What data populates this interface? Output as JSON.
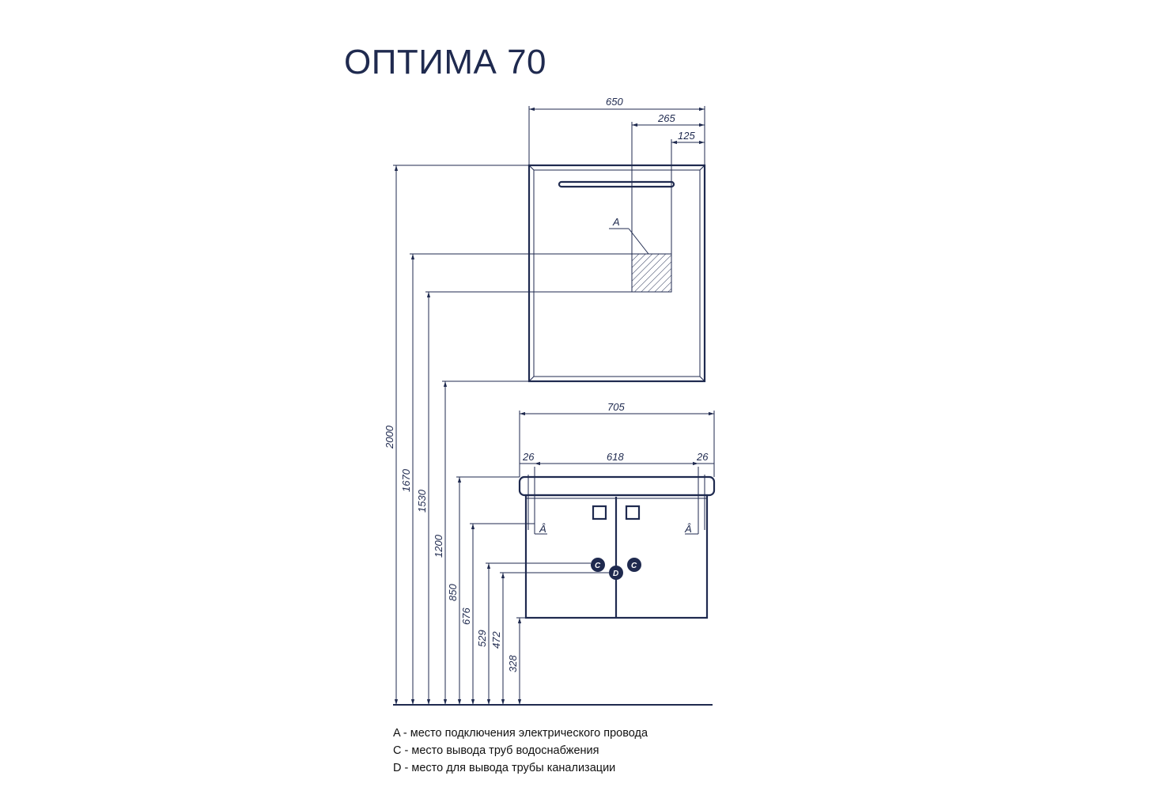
{
  "title": "ОПТИМА 70",
  "dimensions": {
    "mirror_width": "650",
    "mirror_offset_265": "265",
    "mirror_offset_125": "125",
    "cabinet_width": "705",
    "side_left": "26",
    "inner_width": "618",
    "side_right": "26",
    "h_2000": "2000",
    "h_1670": "1670",
    "h_1530": "1530",
    "h_1200": "1200",
    "h_850": "850",
    "h_676": "676",
    "h_529": "529",
    "h_472": "472",
    "h_328": "328"
  },
  "markers": {
    "a_mirror": "A",
    "a_cabinet_left": "Â",
    "a_cabinet_right": "Â",
    "c_left": "C",
    "c_right": "C",
    "d": "D"
  },
  "legend": [
    "A - место подключения электрического провода",
    "C - место вывода труб водоснабжения",
    "D - место для вывода трубы канализации"
  ],
  "colors": {
    "ink": "#1f2a4f",
    "marker_fill": "#1f2a4f"
  }
}
